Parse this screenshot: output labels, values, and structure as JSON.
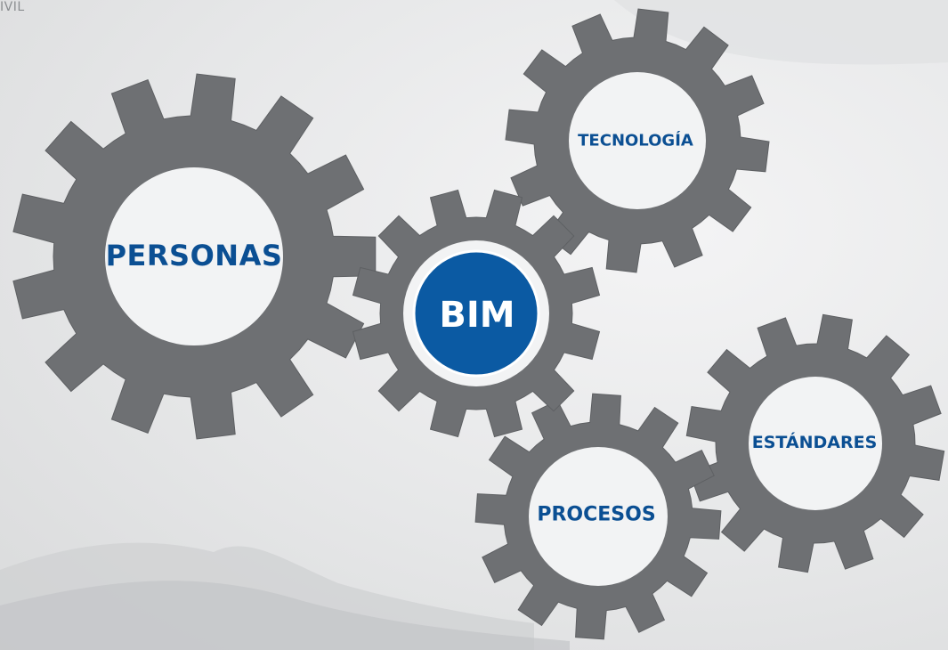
{
  "header": {
    "corner_text": "IVIL"
  },
  "diagram": {
    "center_label": "BIM",
    "labels": {
      "personas": "PERSONAS",
      "tecnologia": "TECNOLOGÍA",
      "procesos": "PROCESOS",
      "estandares": "ESTÁNDARES"
    }
  },
  "colors": {
    "gear": "#6e7073",
    "gear_hole": "#f2f3f4",
    "label": "#0b4f93",
    "center_fill": "#0b5aa3"
  }
}
